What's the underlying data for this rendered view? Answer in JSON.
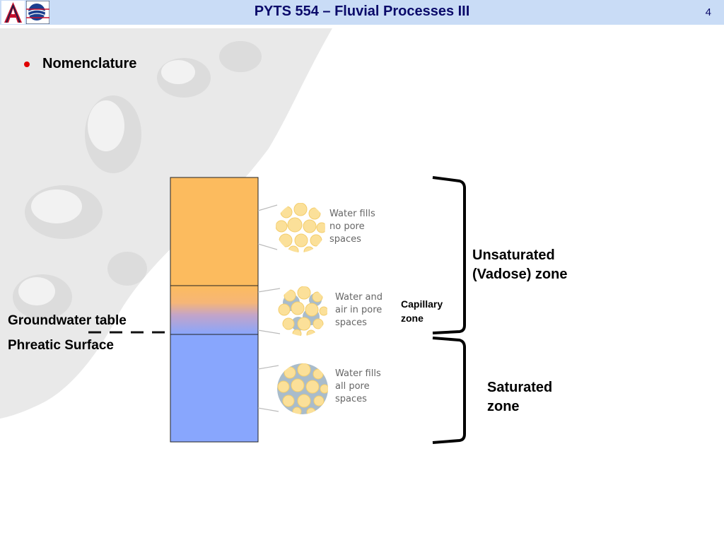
{
  "header": {
    "title": "PYTS 554 – Fluvial Processes III",
    "page_number": "4"
  },
  "bullet": {
    "text": "Nomenclature"
  },
  "zones": {
    "unsaturated": "Unsaturated (Vadose) zone",
    "capillary": "Capillary zone",
    "saturated": "Saturated zone"
  },
  "pores": {
    "top": "Water fills no pore spaces",
    "middle": "Water and air in pore spaces",
    "bottom": "Water fills all pore spaces"
  },
  "water_table": {
    "label1": "Groundwater table",
    "label2": "Phreatic Surface"
  },
  "colors": {
    "header_bg": "#c9dcf6",
    "title_text": "#0a0a6a",
    "bullet": "#e00000",
    "unsaturated_fill": "#fcbb5e",
    "saturated_fill": "#88a6fd",
    "grain": "#fbe099",
    "pore_water": "#a9bccb"
  }
}
